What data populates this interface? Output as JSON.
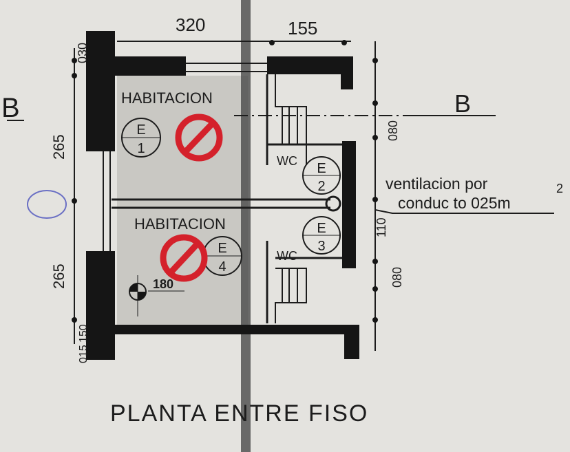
{
  "plan": {
    "title": "PLANTA ENTRE FISO",
    "section_marks": [
      "B",
      "B"
    ],
    "dimensions": {
      "top_left": "320",
      "top_right": "155",
      "left_upper": "265",
      "left_lower": "265",
      "left_top_small": "030",
      "left_bottom_a": "015",
      "left_bottom_b": "150",
      "right_upper": "080",
      "right_middle": "110",
      "right_lower": "080"
    },
    "rooms": [
      {
        "label": "HABITACION"
      },
      {
        "label": "HABITACION"
      },
      {
        "label": "WC"
      },
      {
        "label": "WC"
      }
    ],
    "markers": [
      {
        "letter": "E",
        "number": "1"
      },
      {
        "letter": "E",
        "number": "2"
      },
      {
        "letter": "E",
        "number": "3"
      },
      {
        "letter": "E",
        "number": "4"
      }
    ],
    "level_mark": "180",
    "note_line1": "ventilacion por",
    "note_line2": "conduc to 025m",
    "note_superscript": "2",
    "colors": {
      "paper": "#e4e3df",
      "ink": "#151515",
      "red_mark": "#d4212b",
      "blue_mark": "#6a6fc4"
    }
  }
}
